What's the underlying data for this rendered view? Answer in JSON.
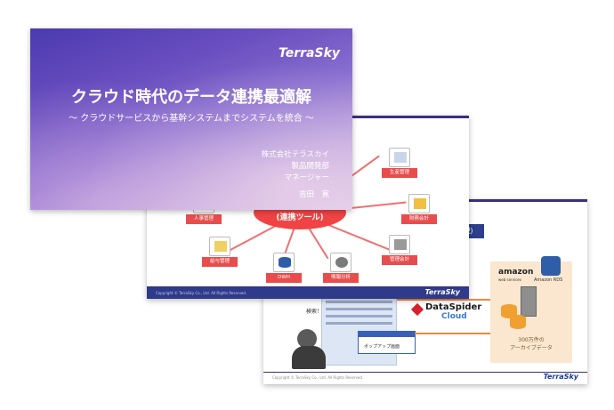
{
  "slide1": {
    "logo": "TerraSky",
    "title": "クラウド時代のデータ連携最適解",
    "subtitle": "～ クラウドサービスから基幹システムまでシステムを統合 ～",
    "company": "株式会社テラスカイ",
    "department": "製品開発部",
    "role": "マネージャー",
    "name": "吉田　寛"
  },
  "slide2": {
    "hub_label": "(連携ツール)",
    "nodes": [
      {
        "label": "生産管理",
        "color": "#e84c4c"
      },
      {
        "label": "財務会計",
        "color": "#e84c4c"
      },
      {
        "label": "管理会計",
        "color": "#e84c4c"
      },
      {
        "label": "情報分析",
        "color": "#e84c4c"
      },
      {
        "label": "DWH",
        "color": "#e84c4c"
      },
      {
        "label": "給与管理",
        "color": "#e84c4c"
      },
      {
        "label": "人事管理",
        "color": "#e84c4c"
      }
    ],
    "copyright": "Copyright © TerraSky Co., Ltd. All Rights Reserved.",
    "logo": "TerraSky"
  },
  "slide3": {
    "tag": "現)",
    "search_label": "検索！",
    "popup_label": "ポップアップ画面",
    "dataspider": "DataSpider",
    "dataspider_sub": "Cloud",
    "amazon": "amazon",
    "amazon_sub": "web services",
    "rds": "Amazon RDS",
    "archive_line1": "300万件の",
    "archive_line2": "アーカイブデータ",
    "copyright": "Copyright © TerraSky Co., Ltd. All Rights Reserved.",
    "logo": "TerraSky"
  },
  "colors": {
    "brand": "#2e3a8a",
    "hub": "#f04444",
    "aws_bg": "#fbe7cf"
  }
}
